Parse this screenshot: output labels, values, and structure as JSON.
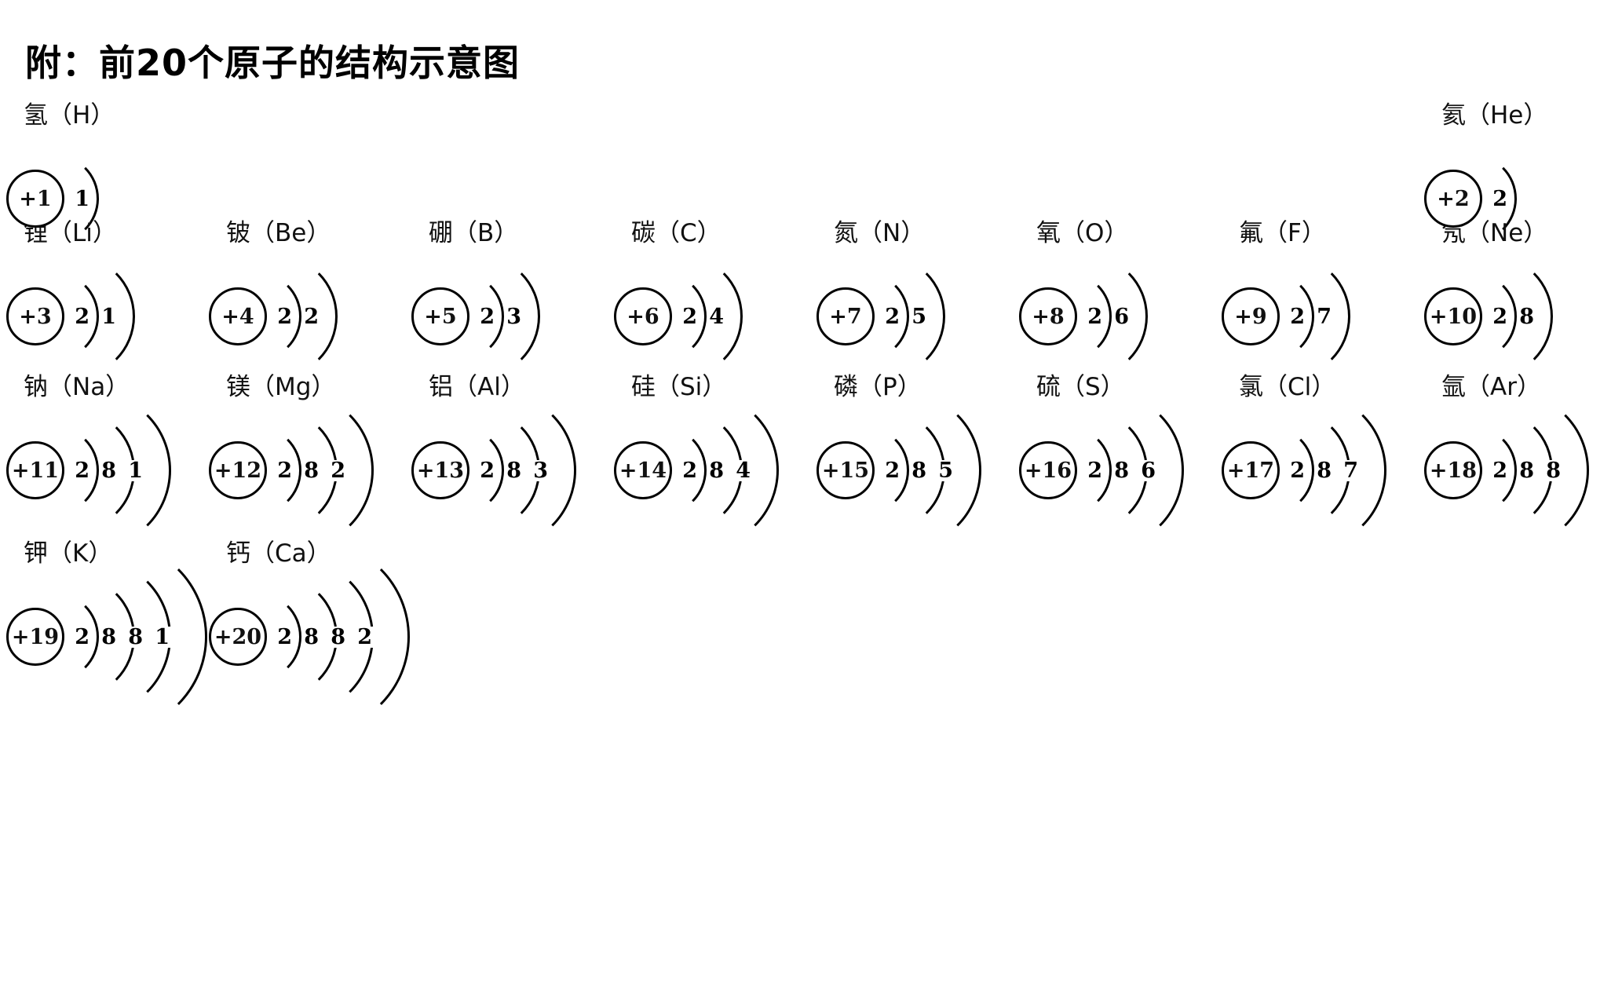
{
  "title": "附：前20个原子的结构示意图",
  "diagram": {
    "type": "atomic-structure-schematic",
    "description": "Bohr-style atomic structure diagrams of the first 20 elements showing nuclear charge and electron shell occupancies",
    "rows": [
      {
        "row_index": 1,
        "atoms": [
          {
            "label": "氢（H）",
            "name_cn": "氢",
            "symbol": "H",
            "atomic_number": 1,
            "nucleus": "+1",
            "shells": [
              "1"
            ]
          },
          {
            "label": "氦（He）",
            "name_cn": "氦",
            "symbol": "He",
            "atomic_number": 2,
            "nucleus": "+2",
            "shells": [
              "2"
            ]
          }
        ]
      },
      {
        "row_index": 2,
        "atoms": [
          {
            "label": "锂（Li）",
            "name_cn": "锂",
            "symbol": "Li",
            "atomic_number": 3,
            "nucleus": "+3",
            "shells": [
              "2",
              "1"
            ]
          },
          {
            "label": "铍（Be）",
            "name_cn": "铍",
            "symbol": "Be",
            "atomic_number": 4,
            "nucleus": "+4",
            "shells": [
              "2",
              "2"
            ]
          },
          {
            "label": "硼（B）",
            "name_cn": "硼",
            "symbol": "B",
            "atomic_number": 5,
            "nucleus": "+5",
            "shells": [
              "2",
              "3"
            ]
          },
          {
            "label": "碳（C）",
            "name_cn": "碳",
            "symbol": "C",
            "atomic_number": 6,
            "nucleus": "+6",
            "shells": [
              "2",
              "4"
            ]
          },
          {
            "label": "氮（N）",
            "name_cn": "氮",
            "symbol": "N",
            "atomic_number": 7,
            "nucleus": "+7",
            "shells": [
              "2",
              "5"
            ]
          },
          {
            "label": "氧（O）",
            "name_cn": "氧",
            "symbol": "O",
            "atomic_number": 8,
            "nucleus": "+8",
            "shells": [
              "2",
              "6"
            ]
          },
          {
            "label": "氟（F）",
            "name_cn": "氟",
            "symbol": "F",
            "atomic_number": 9,
            "nucleus": "+9",
            "shells": [
              "2",
              "7"
            ]
          },
          {
            "label": "氖（Ne）",
            "name_cn": "氖",
            "symbol": "Ne",
            "atomic_number": 10,
            "nucleus": "+10",
            "shells": [
              "2",
              "8"
            ]
          }
        ]
      },
      {
        "row_index": 3,
        "atoms": [
          {
            "label": "钠（Na）",
            "name_cn": "钠",
            "symbol": "Na",
            "atomic_number": 11,
            "nucleus": "+11",
            "shells": [
              "2",
              "8",
              "1"
            ]
          },
          {
            "label": "镁（Mg）",
            "name_cn": "镁",
            "symbol": "Mg",
            "atomic_number": 12,
            "nucleus": "+12",
            "shells": [
              "2",
              "8",
              "2"
            ]
          },
          {
            "label": "铝（Al）",
            "name_cn": "铝",
            "symbol": "Al",
            "atomic_number": 13,
            "nucleus": "+13",
            "shells": [
              "2",
              "8",
              "3"
            ]
          },
          {
            "label": "硅（Si）",
            "name_cn": "硅",
            "symbol": "Si",
            "atomic_number": 14,
            "nucleus": "+14",
            "shells": [
              "2",
              "8",
              "4"
            ]
          },
          {
            "label": "磷（P）",
            "name_cn": "磷",
            "symbol": "P",
            "atomic_number": 15,
            "nucleus": "+15",
            "shells": [
              "2",
              "8",
              "5"
            ]
          },
          {
            "label": "硫（S）",
            "name_cn": "硫",
            "symbol": "S",
            "atomic_number": 16,
            "nucleus": "+16",
            "shells": [
              "2",
              "8",
              "6"
            ]
          },
          {
            "label": "氯（Cl）",
            "name_cn": "氯",
            "symbol": "Cl",
            "atomic_number": 17,
            "nucleus": "+17",
            "shells": [
              "2",
              "8",
              "7"
            ]
          },
          {
            "label": "氩（Ar）",
            "name_cn": "氩",
            "symbol": "Ar",
            "atomic_number": 18,
            "nucleus": "+18",
            "shells": [
              "2",
              "8",
              "8"
            ]
          }
        ]
      },
      {
        "row_index": 4,
        "atoms": [
          {
            "label": "钾（K）",
            "name_cn": "钾",
            "symbol": "K",
            "atomic_number": 19,
            "nucleus": "+19",
            "shells": [
              "2",
              "8",
              "8",
              "1"
            ]
          },
          {
            "label": "钙（Ca）",
            "name_cn": "钙",
            "symbol": "Ca",
            "atomic_number": 20,
            "nucleus": "+20",
            "shells": [
              "2",
              "8",
              "8",
              "2"
            ]
          }
        ]
      }
    ]
  },
  "colors": {
    "background": "#ffffff",
    "ink": "#000000"
  }
}
